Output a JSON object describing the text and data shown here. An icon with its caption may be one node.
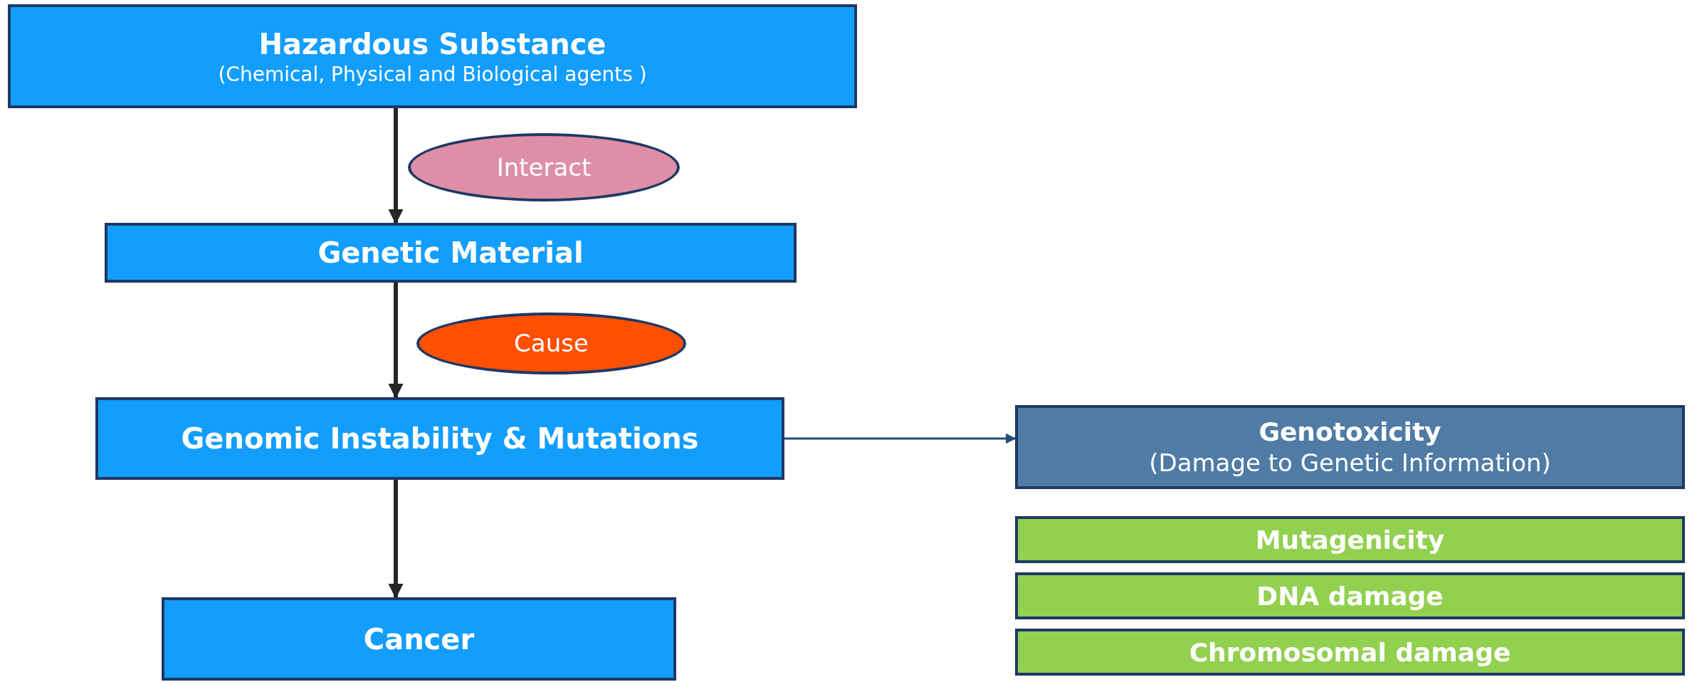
{
  "diagram": {
    "nodes": [
      {
        "text": [
          "Hazardous Substance",
          "(Chemical, Physical and Biological agents )"
        ]
      },
      {
        "text": [
          "Interact"
        ]
      },
      {
        "text": [
          "Genetic Material"
        ]
      },
      {
        "text": [
          "Cause"
        ]
      },
      {
        "text": [
          "Genomic Instability & Mutations"
        ]
      },
      {
        "text": [
          "Cancer"
        ]
      },
      {
        "text": [
          "Genotoxicity",
          "(Damage to Genetic Information)"
        ]
      },
      {
        "text": [
          "Mutagenicity"
        ]
      },
      {
        "text": [
          "DNA damage"
        ]
      },
      {
        "text": [
          "Chromosomal damage"
        ]
      }
    ],
    "edges": [
      {
        "from": 0,
        "to": 2,
        "arrow": "to"
      },
      {
        "from": 2,
        "to": 4,
        "arrow": "to"
      },
      {
        "from": 4,
        "to": 5,
        "arrow": "to"
      },
      {
        "from": 4,
        "to": 6,
        "arrow": "to",
        "color": "#1f4e79"
      }
    ]
  }
}
